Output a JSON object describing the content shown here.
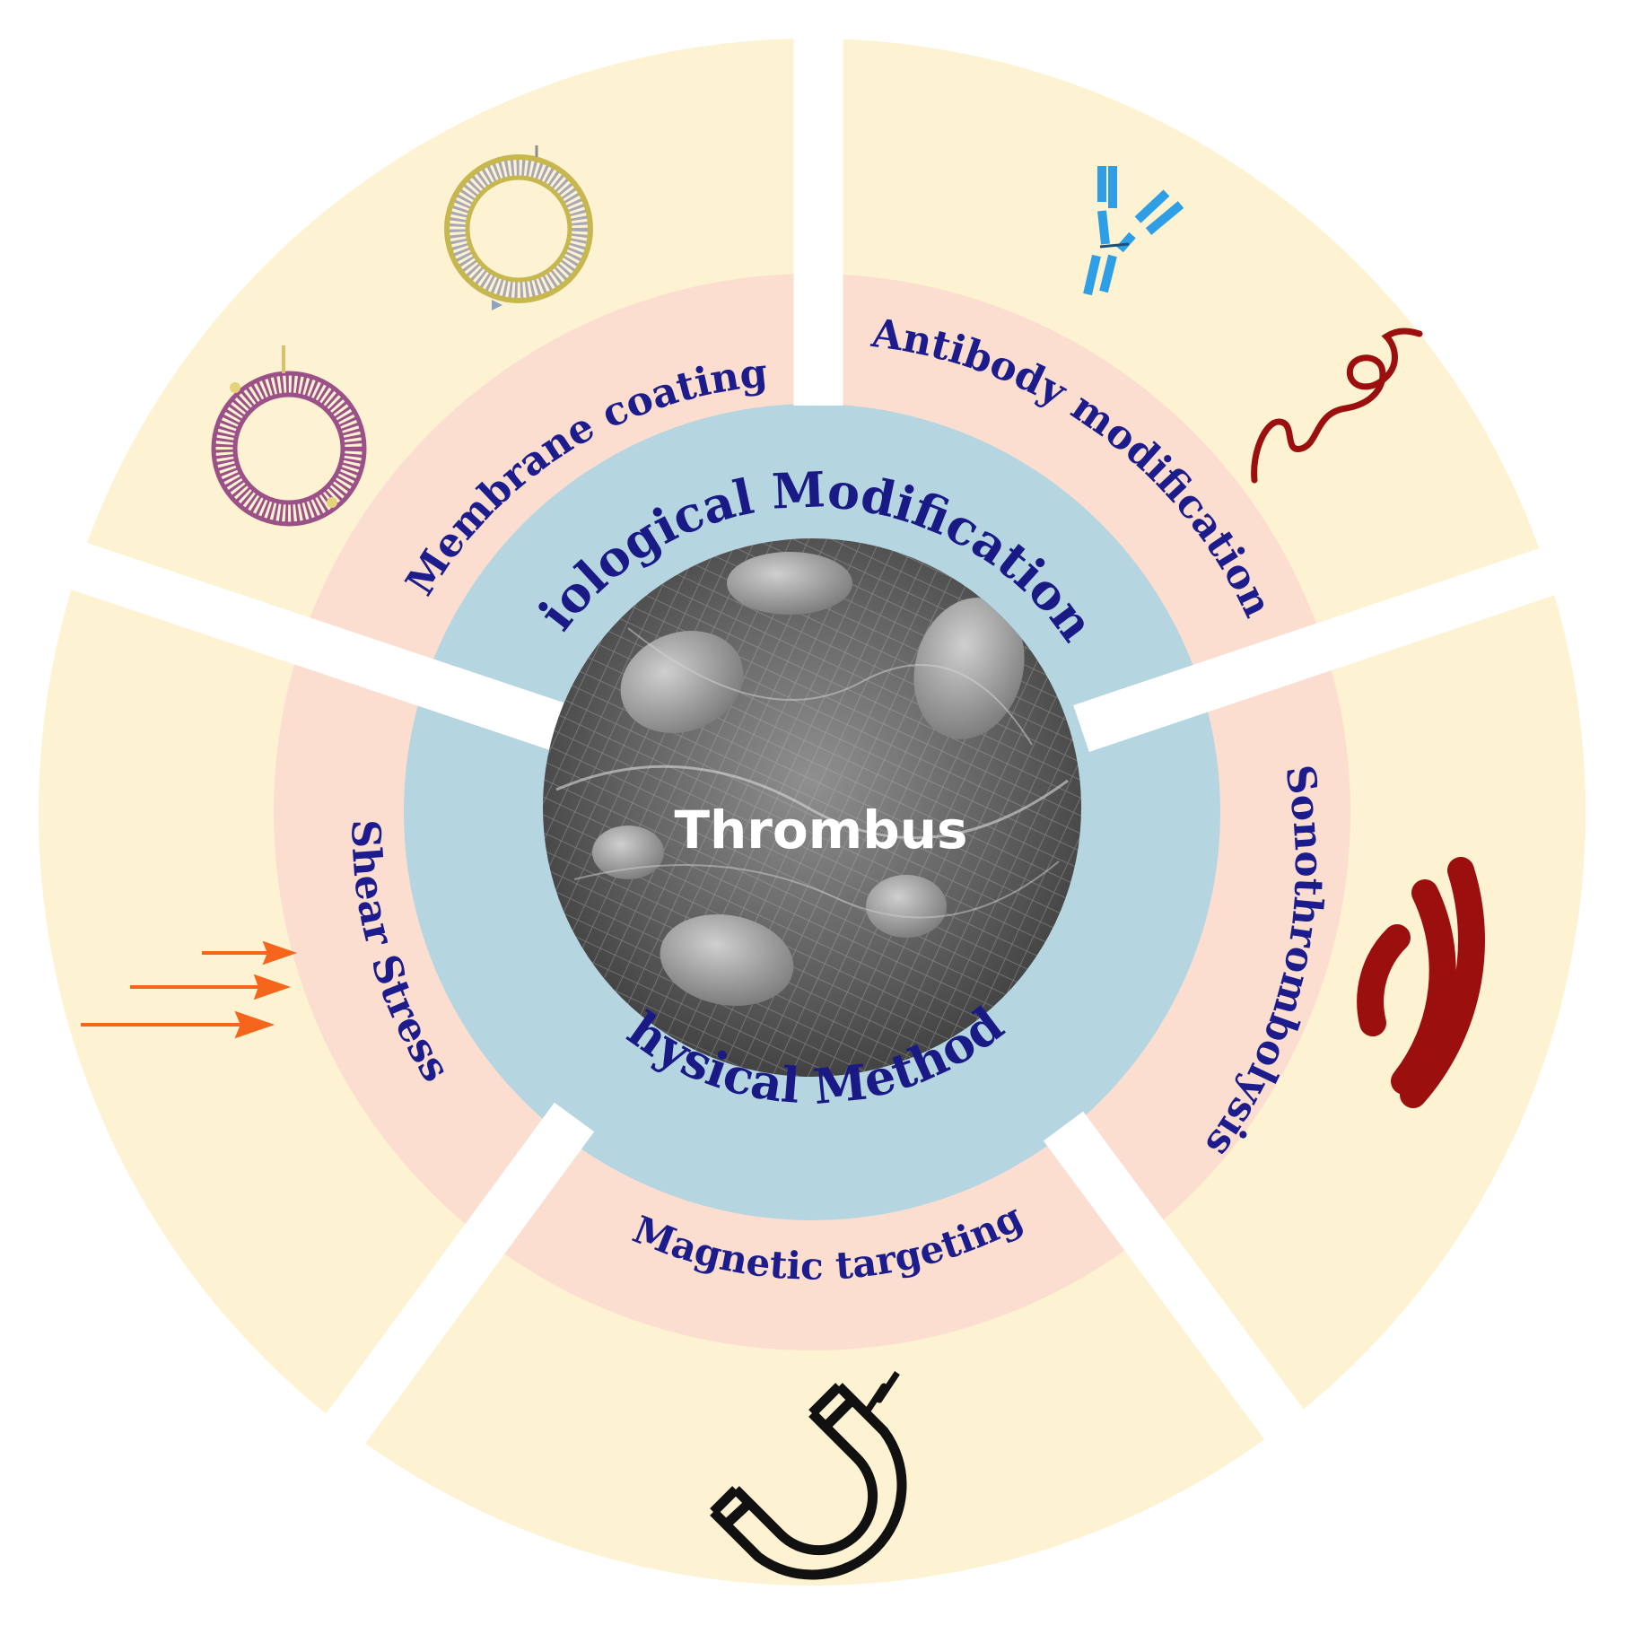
{
  "center": {
    "label": "Thrombus"
  },
  "categories": [
    {
      "id": "biological",
      "label": "Biological  Modifications"
    },
    {
      "id": "physical",
      "label": "Physical  Methods"
    }
  ],
  "methods": [
    {
      "id": "membrane",
      "label": "Membrane coating",
      "icon": "liposome-icon"
    },
    {
      "id": "antibody",
      "label": "Antibody modification",
      "icon": "antibody-icon"
    },
    {
      "id": "sono",
      "label": "Sonothrombolysis",
      "icon": "ultrasound-wave-icon"
    },
    {
      "id": "magnetic",
      "label": "Magnetic targeting",
      "icon": "magnet-icon"
    },
    {
      "id": "shear",
      "label": "Shear Stress",
      "icon": "flow-arrows-icon"
    }
  ],
  "colors": {
    "outer_ring": "#fdf3d2",
    "middle_ring": "#fbded0",
    "inner_ring": "#b5d5e0",
    "label_text": "#1c1c8c",
    "wave": "#9b0f0f",
    "arrows": "#f5661c",
    "antibody": "#2e9fe6"
  }
}
